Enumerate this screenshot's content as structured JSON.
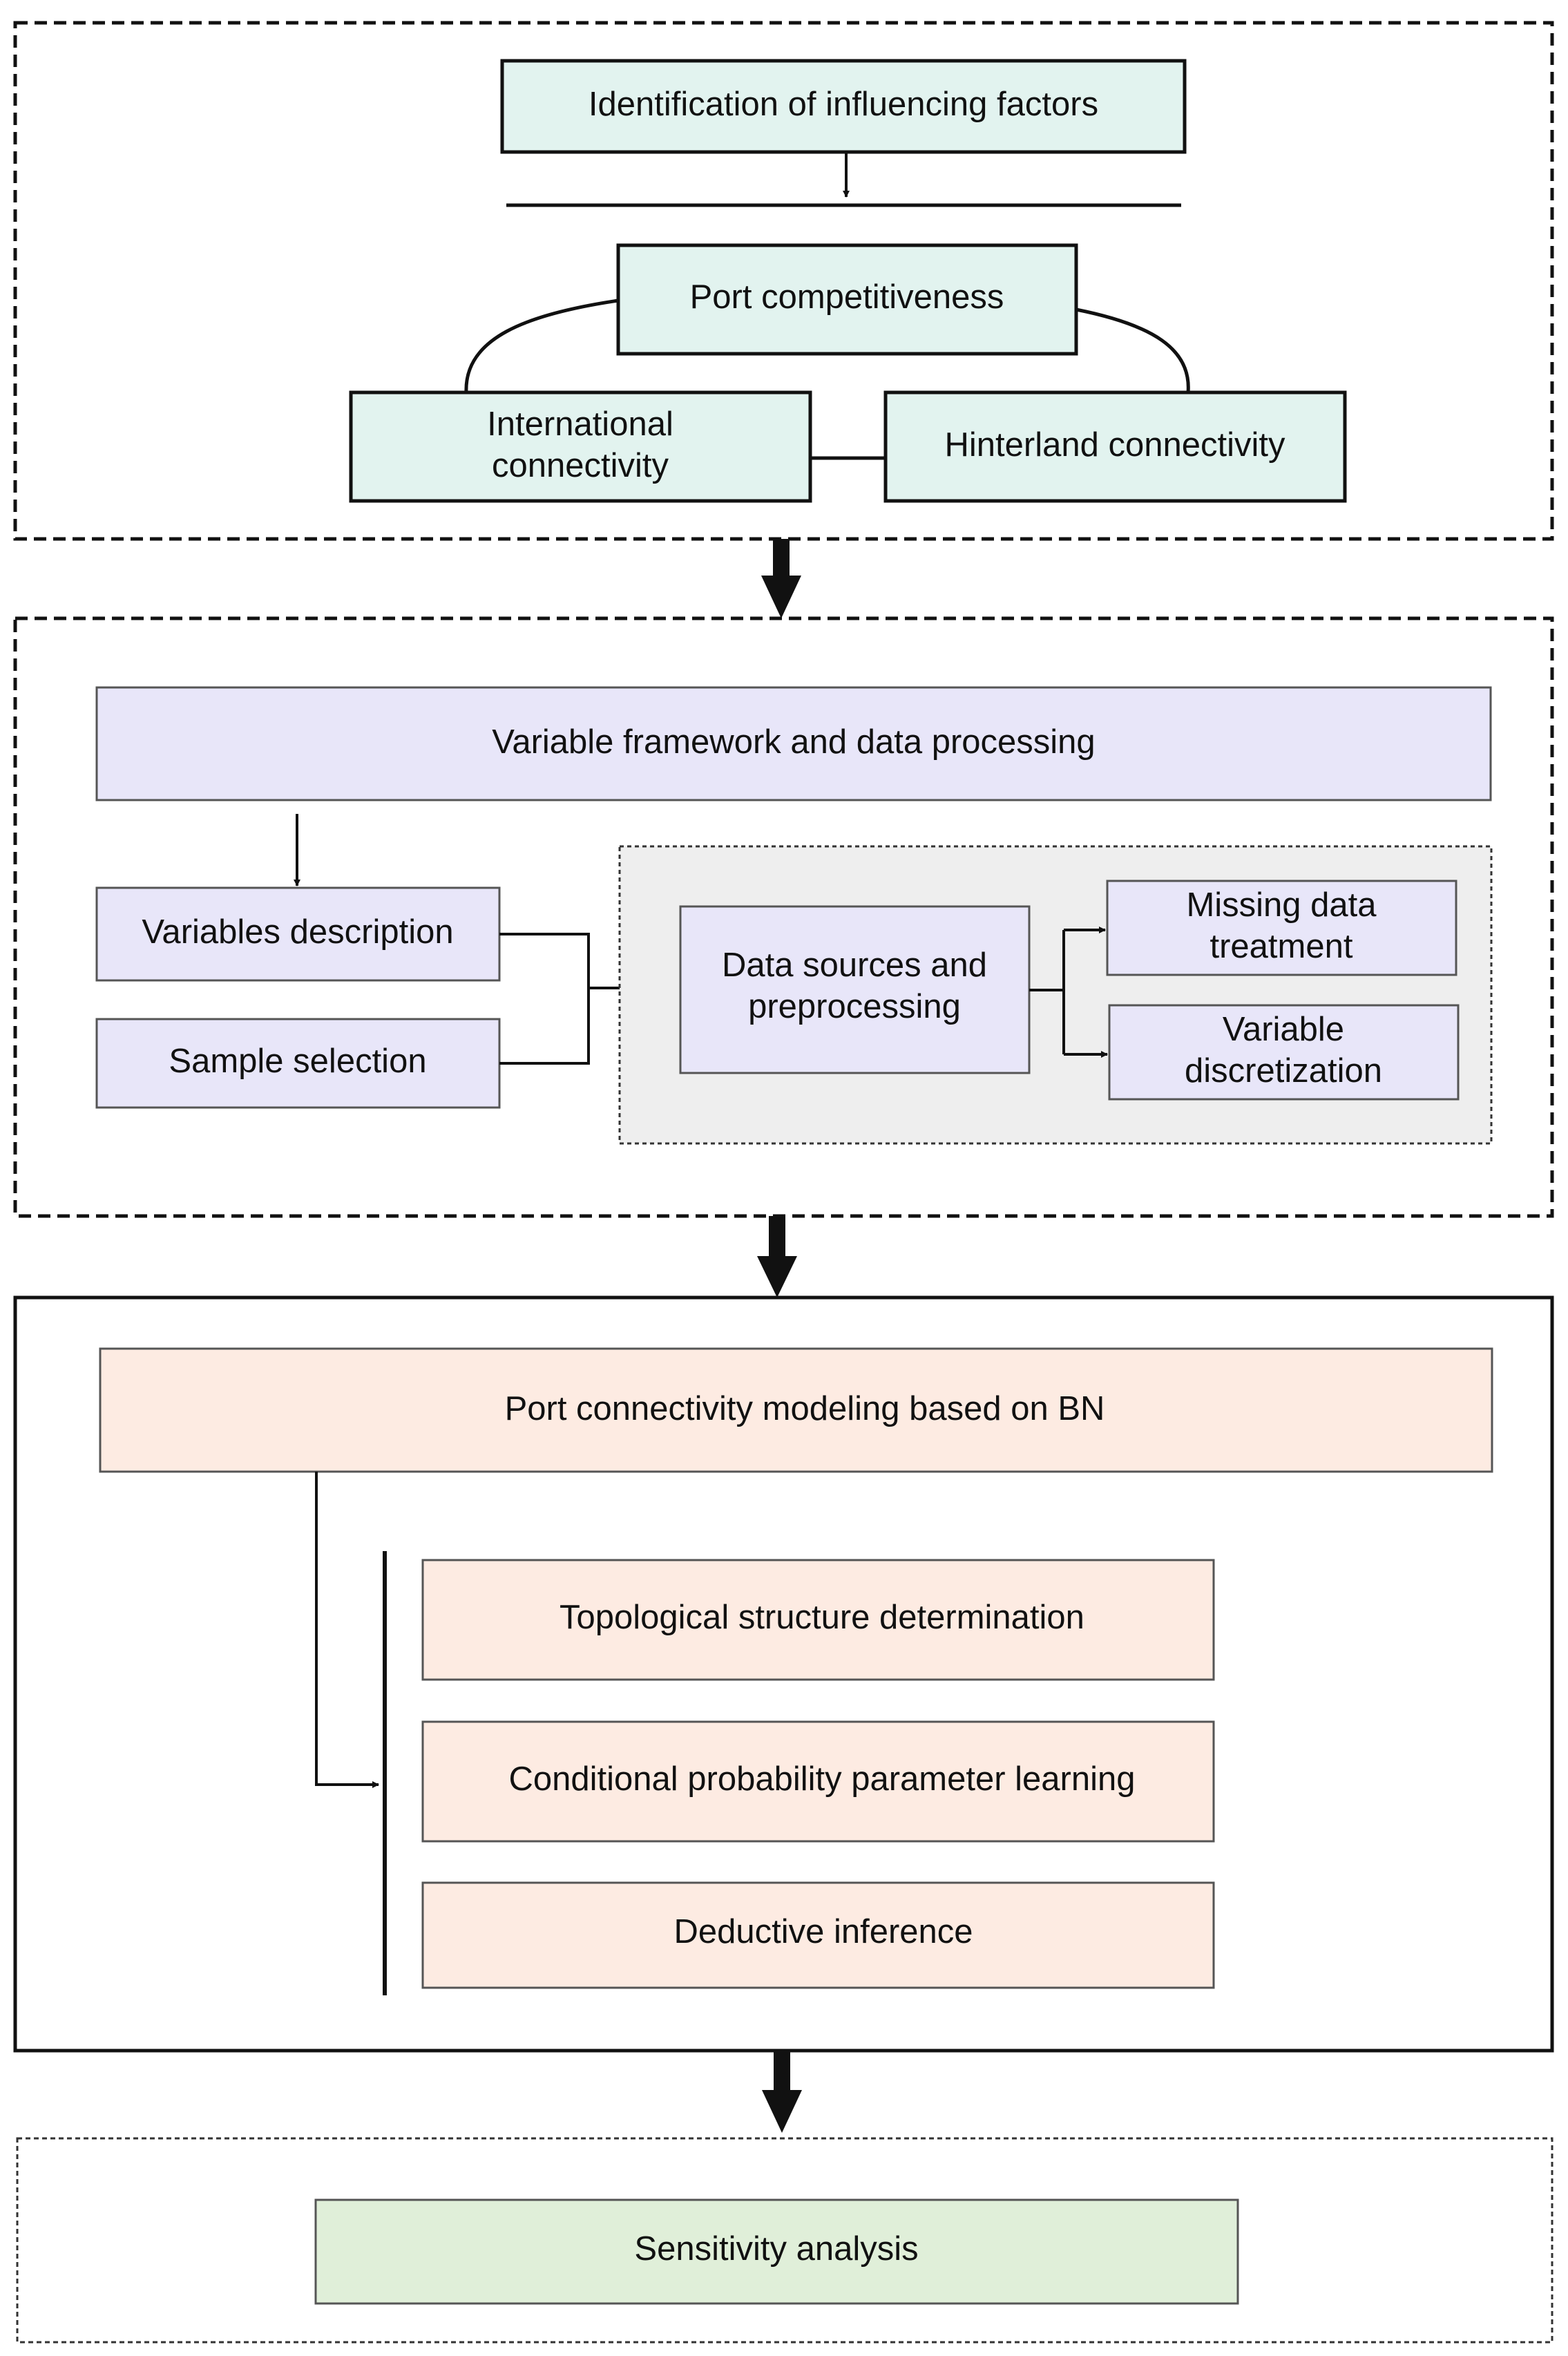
{
  "stage1": {
    "identification": "Identification of influencing factors",
    "port_competitiveness": "Port competitiveness",
    "international_line1": "International",
    "international_line2": "connectivity",
    "hinterland": "Hinterland connectivity"
  },
  "stage2": {
    "framework": "Variable framework and data processing",
    "variables_description": "Variables description",
    "sample_selection": "Sample selection",
    "data_sources_line1": "Data sources and",
    "data_sources_line2": "preprocessing",
    "missing_line1": "Missing data",
    "missing_line2": "treatment",
    "discretization_line1": "Variable",
    "discretization_line2": "discretization"
  },
  "stage3": {
    "modeling": "Port connectivity modeling based on BN",
    "topological": "Topological structure determination",
    "conditional": "Conditional probability parameter learning",
    "deductive": "Deductive inference"
  },
  "stage4": {
    "sensitivity": "Sensitivity analysis"
  },
  "colors": {
    "teal_fill": "#e2f3ef",
    "purple_fill": "#e8e6f9",
    "peach_fill": "#fdebe2",
    "green_fill": "#e0efd9",
    "gray_panel": "#eeeeee"
  }
}
